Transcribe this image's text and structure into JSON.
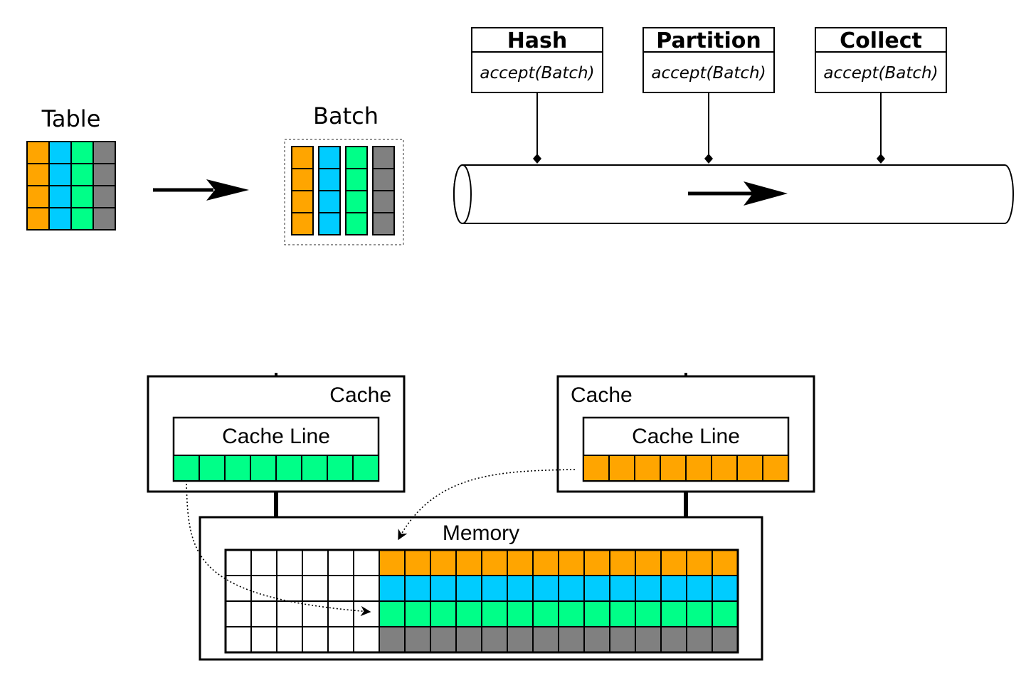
{
  "colors": {
    "orange": "#ffa500",
    "blue": "#00ccff",
    "green": "#00ff88",
    "gray": "#808080",
    "white": "#ffffff",
    "stroke": "#000000"
  },
  "table": {
    "label": "Table",
    "rows": 4,
    "columns": [
      "orange",
      "blue",
      "green",
      "gray"
    ]
  },
  "batch": {
    "label": "Batch",
    "rows": 4,
    "columns": [
      "orange",
      "blue",
      "green",
      "gray"
    ]
  },
  "operators": [
    {
      "name": "Hash",
      "method": "accept(Batch)"
    },
    {
      "name": "Partition",
      "method": "accept(Batch)"
    },
    {
      "name": "Collect",
      "method": "accept(Batch)"
    }
  ],
  "pipeline": {
    "icon": "right-arrow-icon"
  },
  "caches": [
    {
      "label": "Cache",
      "line_label": "Cache Line",
      "line_color": "green",
      "cells": 8
    },
    {
      "label": "Cache",
      "line_label": "Cache Line",
      "line_color": "orange",
      "cells": 8
    }
  ],
  "memory": {
    "label": "Memory",
    "empty_columns": 6,
    "filled_columns": 14,
    "row_colors": [
      "orange",
      "blue",
      "green",
      "gray"
    ]
  }
}
